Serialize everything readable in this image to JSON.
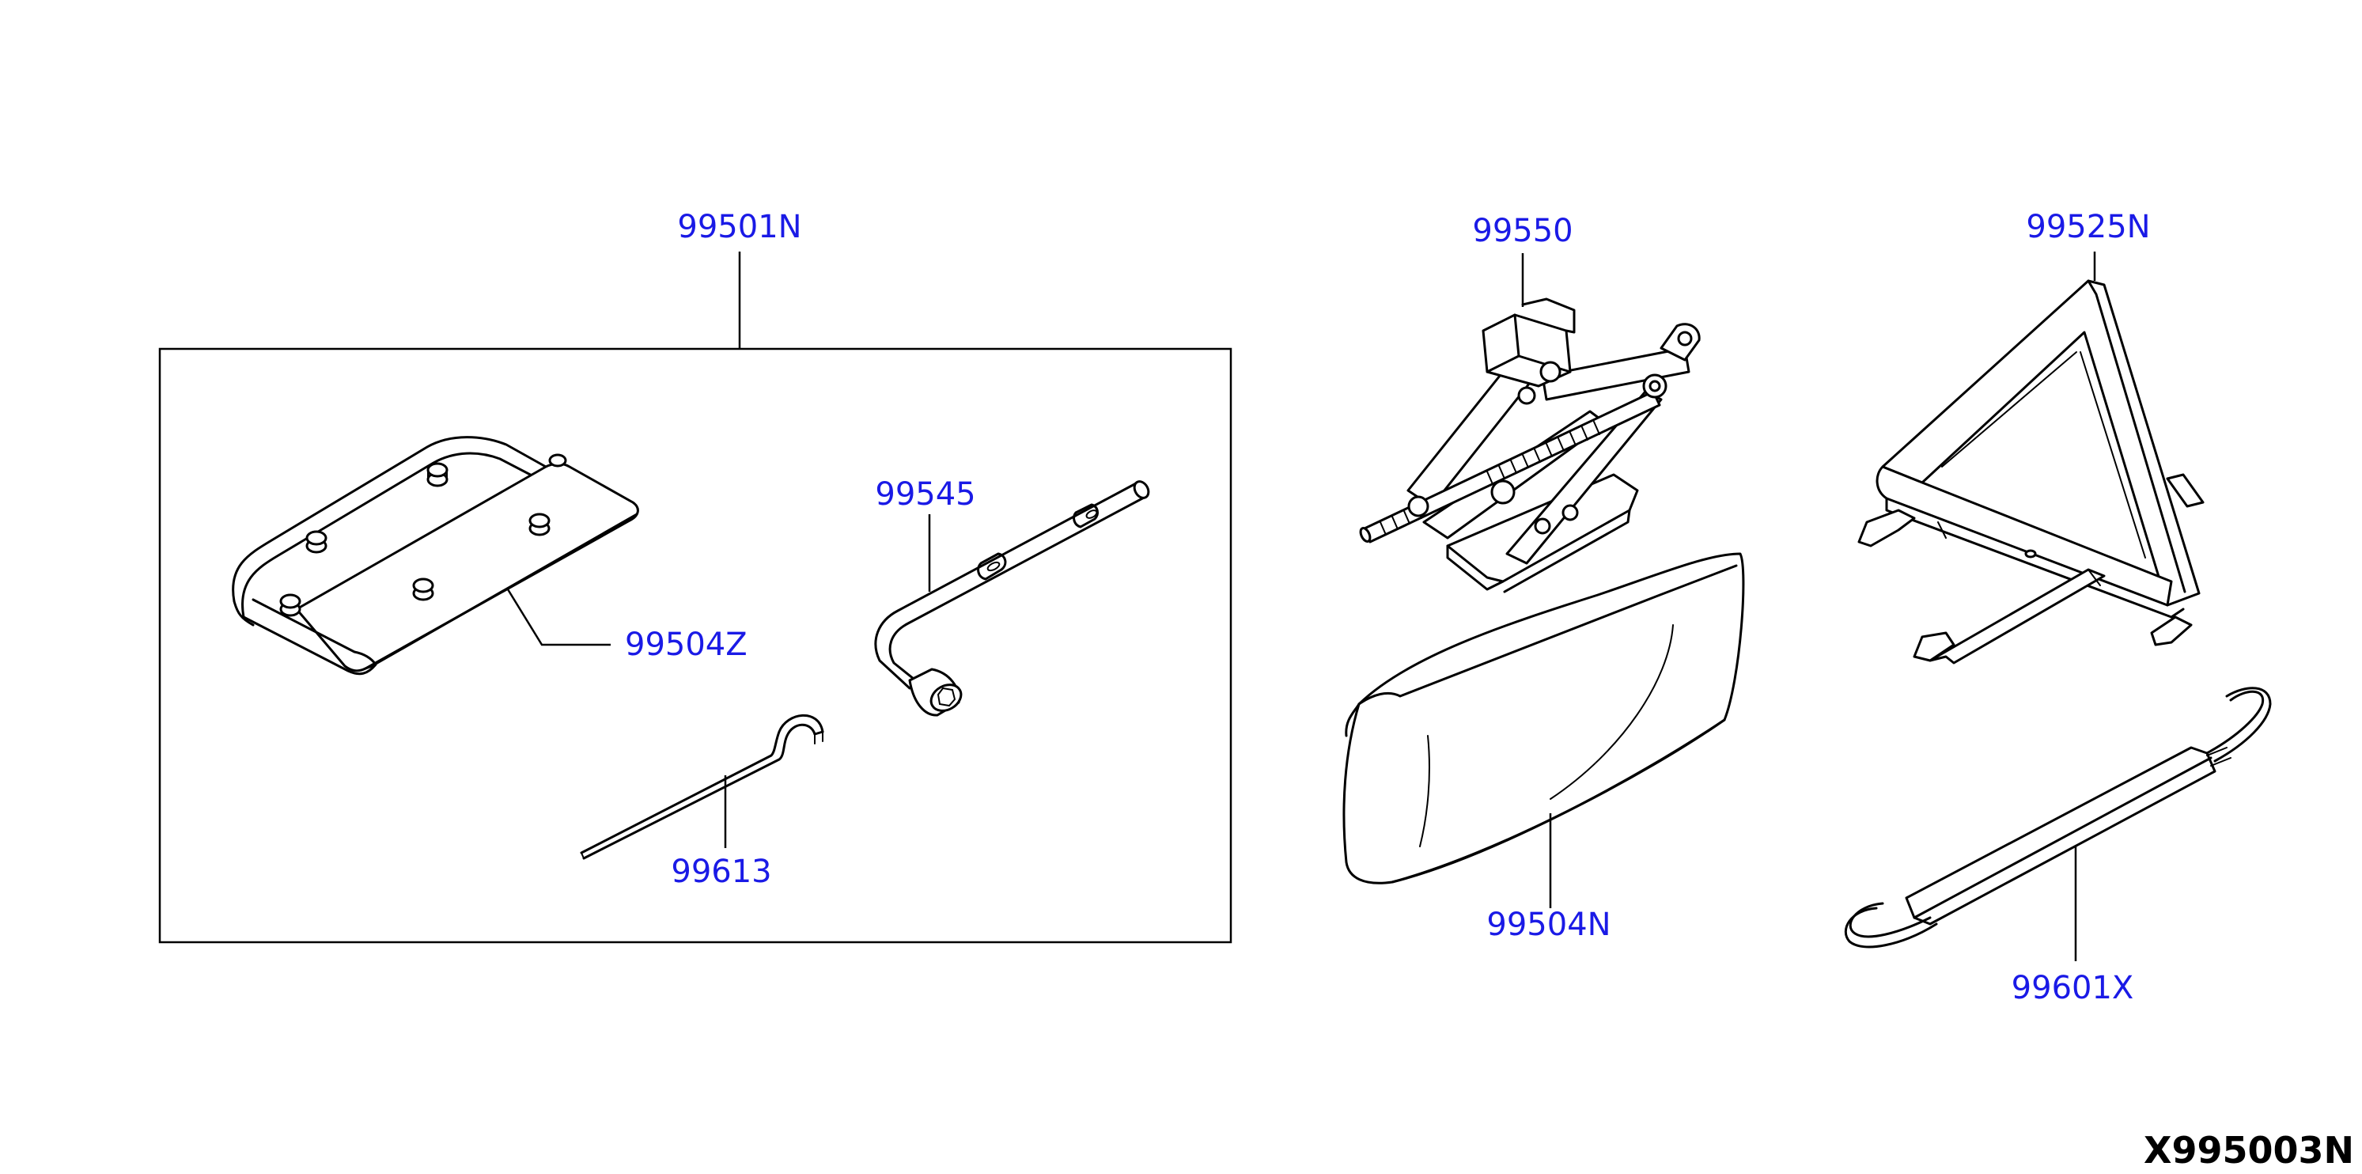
{
  "parts": {
    "p99501N": "99501N",
    "p99504Z": "99504Z",
    "p99545": "99545",
    "p99613": "99613",
    "p99550": "99550",
    "p99504N": "99504N",
    "p99525N": "99525N",
    "p99601X": "99601X"
  },
  "diagram_code": "X995003N",
  "colors": {
    "label": "#1a1ae6",
    "line": "#000000",
    "background": "#ffffff"
  }
}
